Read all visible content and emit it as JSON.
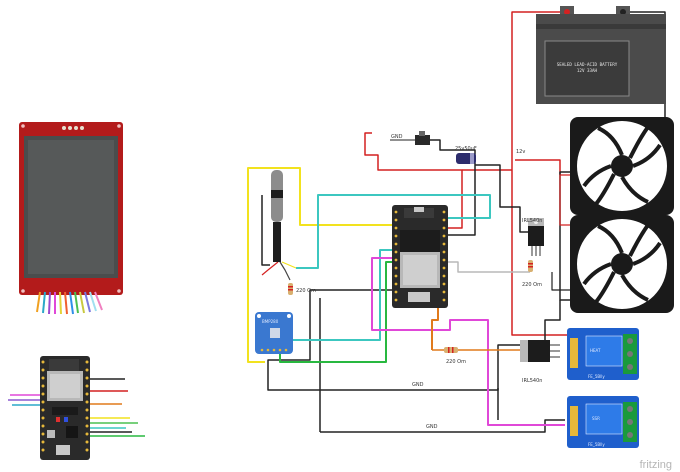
{
  "battery": {
    "line1": "SEALED LEAD-ACID BATTERY",
    "line2": "12V 33AH"
  },
  "wire_labels": {
    "gnd_switch": "GND",
    "capacitor": "25v50uF",
    "v12": "12v",
    "mosfet_top": "IRL540n",
    "res_top": "220 Om",
    "res_sensor": "220 Om",
    "res_mid": "220 Om",
    "mosfet_bottom": "IRL540n",
    "gnd_mid": "GND",
    "gnd_bottom": "GND"
  },
  "relays": {
    "top_label": "HEAT",
    "bottom_label": "SSR",
    "brand": "FE_5Blly"
  },
  "sensor_board": {
    "label": "BMP280"
  },
  "watermark": "fritzing",
  "colors": {
    "wire_red": "#d42121",
    "wire_black": "#222222",
    "wire_yellow": "#f2e21e",
    "wire_teal": "#3cc7c0",
    "wire_magenta": "#e048d8",
    "wire_green": "#28b840",
    "wire_orange": "#e07a1c",
    "relay_blue": "#1f5fcc"
  }
}
